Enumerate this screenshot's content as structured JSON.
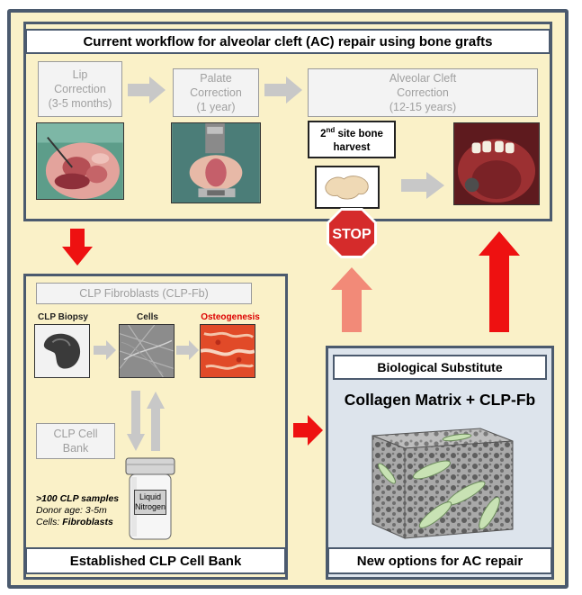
{
  "top_panel": {
    "title": "Current workflow for alveolar cleft (AC) repair using bone grafts",
    "steps": [
      {
        "line1": "Lip",
        "line2": "Correction",
        "line3": "(3-5 months)"
      },
      {
        "line1": "Palate",
        "line2": "Correction",
        "line3": "(1 year)"
      },
      {
        "line1": "Alveolar Cleft",
        "line2": "Correction",
        "line3": "(12-15 years)"
      }
    ],
    "harvest": {
      "prefix": "2",
      "sup": "nd",
      "rest": " site bone",
      "line2": "harvest"
    }
  },
  "stop_sign": "STOP",
  "left_panel": {
    "header": "CLP Fibroblasts (CLP-Fb)",
    "row_labels": {
      "biopsy": "CLP Biopsy",
      "cells": "Cells",
      "osteo": "Osteogenesis"
    },
    "cell_bank": {
      "line1": "CLP Cell",
      "line2": "Bank"
    },
    "jar_label": {
      "line1": "Liquid",
      "line2": "Nitrogen"
    },
    "notes": {
      "samples": ">100 CLP samples",
      "donor": "Donor age: 3-5m",
      "cells_prefix": "Cells: ",
      "cells_value": "Fibroblasts"
    },
    "footer": "Established CLP Cell Bank"
  },
  "right_panel": {
    "header": "Biological Substitute",
    "headline": "Collagen Matrix + CLP-Fb",
    "footer": "New options for AC repair"
  },
  "colors": {
    "border": "#4b5a6e",
    "background": "#faf1c8",
    "red_arrow": "#ee1111",
    "salmon_arrow": "#f28a78",
    "grey_arrow": "#c8c8c8",
    "stop_red": "#d52b2b",
    "osteo_red": "#dd0000",
    "cell_green": "#c8e2b4"
  }
}
